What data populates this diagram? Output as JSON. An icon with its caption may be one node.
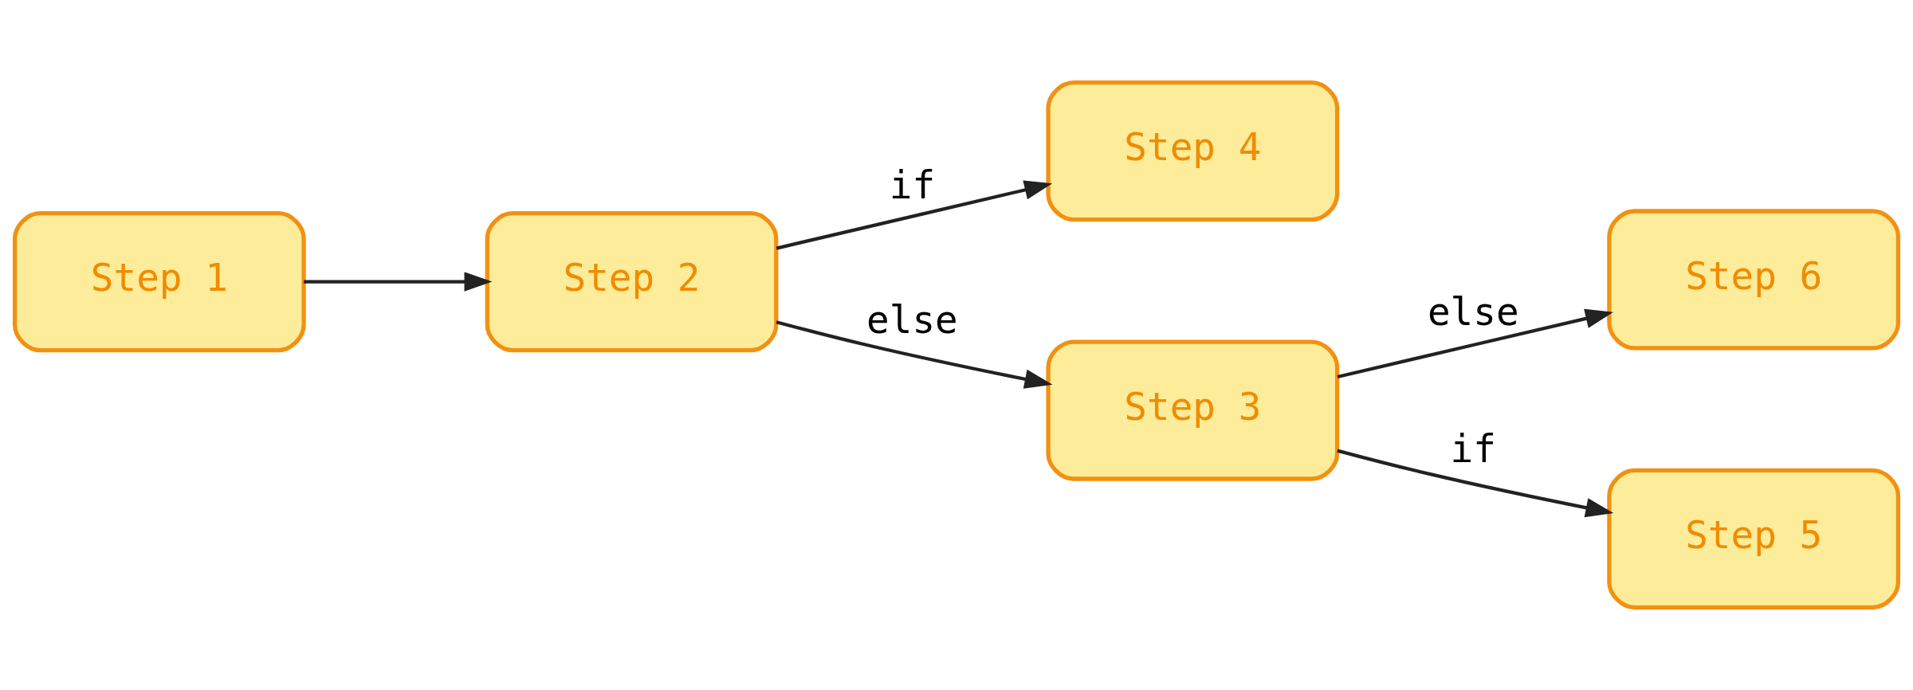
{
  "diagram": {
    "nodes": [
      {
        "text": [
          "Step 4"
        ]
      },
      {
        "text": [
          "Step 1"
        ]
      },
      {
        "text": [
          "Step 2"
        ]
      },
      {
        "text": [
          "Step 3"
        ]
      },
      {
        "text": [
          "Step 6"
        ]
      },
      {
        "text": [
          "Step 5"
        ]
      }
    ],
    "edges": [
      {
        "from": 1,
        "to": 2,
        "arrow": "to"
      },
      {
        "from": 2,
        "to": 0,
        "arrow": "to",
        "label": "if"
      },
      {
        "from": 2,
        "to": 3,
        "arrow": "to",
        "label": "else"
      },
      {
        "from": 3,
        "to": 4,
        "arrow": "to",
        "label": "else"
      },
      {
        "from": 3,
        "to": 5,
        "arrow": "to",
        "label": "if"
      }
    ]
  }
}
